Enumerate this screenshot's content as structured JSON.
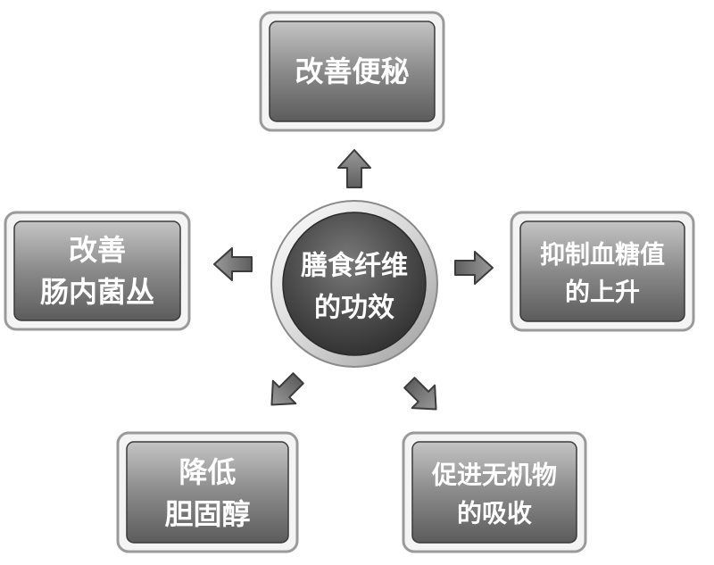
{
  "center": {
    "line1": "膳食纤维",
    "line2": "的功效"
  },
  "benefits": {
    "top": {
      "line1": "改善便秘"
    },
    "left": {
      "line1": "改善",
      "line2": "肠内菌丛"
    },
    "right": {
      "line1": "抑制血糖值",
      "line2": "的上升"
    },
    "bottom_left": {
      "line1": "降低",
      "line2": "胆固醇"
    },
    "bottom_right": {
      "line1": "促进无机物",
      "line2": "的吸收"
    }
  },
  "colors": {
    "box_fill_light": "#b0b0b0",
    "box_fill_dark": "#5a5a5a",
    "circle_fill": "#4a4a4a",
    "arrow_fill": "#7a7a7a"
  }
}
